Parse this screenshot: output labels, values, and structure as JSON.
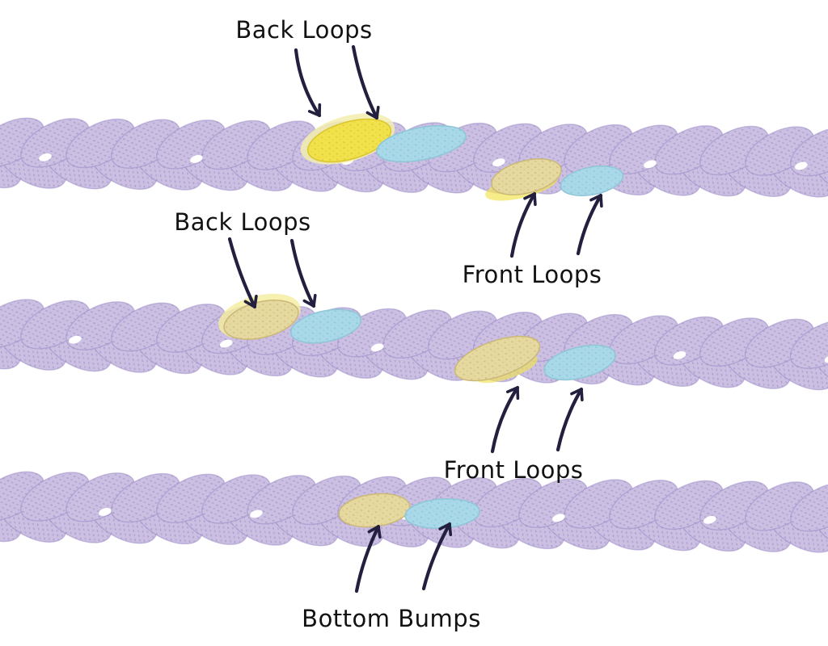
{
  "diagram": {
    "type": "crochet chain anatomy diagram",
    "labels": {
      "back_loops_top": "Back Loops",
      "back_loops_middle": "Back Loops",
      "front_loops_top": "Front Loops",
      "front_loops_middle": "Front Loops",
      "bottom_bumps": "Bottom Bumps"
    },
    "colors": {
      "yarn": "#cbbfe2",
      "yarn_shadow": "#a291c9",
      "highlight_yellow": "#f1e14b",
      "highlight_tan": "#e6d9a0",
      "highlight_blue": "#a9d9e8",
      "arrow": "#23203f",
      "text": "#121212",
      "background": "#ffffff"
    },
    "chains": [
      {
        "name": "top chain",
        "highlights": [
          "back loop (bright yellow)",
          "back loop (blue)",
          "front loop (tan)",
          "front loop (blue)"
        ]
      },
      {
        "name": "middle chain",
        "highlights": [
          "back loop (pale yellow)",
          "back loop (blue)",
          "front loop (tan)",
          "front loop (blue)"
        ]
      },
      {
        "name": "bottom chain",
        "highlights": [
          "bottom bump (tan)",
          "bottom bump (blue)"
        ]
      }
    ]
  }
}
